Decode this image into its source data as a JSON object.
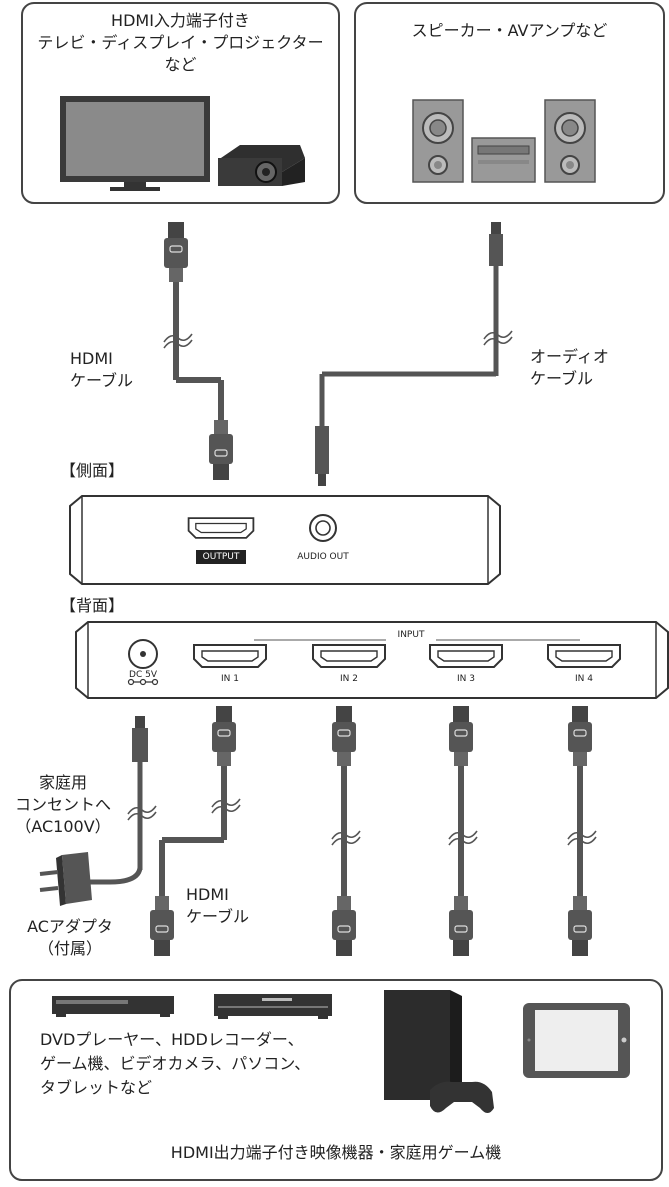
{
  "display_box": {
    "lines": [
      "HDMI入力端子付き",
      "テレビ・ディスプレイ・プロジェクター",
      "など"
    ]
  },
  "speaker_box": {
    "title": "スピーカー・AVアンプなど"
  },
  "hdmi_cable_top": {
    "lines": [
      "HDMI",
      "ケーブル"
    ]
  },
  "audio_cable": {
    "lines": [
      "オーディオ",
      "ケーブル"
    ]
  },
  "side_view": {
    "heading": "【側面】",
    "output_label": "OUTPUT",
    "audio_out_label": "AUDIO OUT"
  },
  "back_view": {
    "heading": "【背面】",
    "input_label": "INPUT",
    "dc_label": "DC 5V",
    "ports": [
      "IN 1",
      "IN 2",
      "IN 3",
      "IN 4"
    ]
  },
  "power": {
    "outlet_lines": [
      "家庭用",
      "コンセントへ",
      "（AC100V）"
    ],
    "adapter_lines": [
      "ACアダプタ",
      "（付属）"
    ]
  },
  "hdmi_cable_bottom": {
    "lines": [
      "HDMI",
      "ケーブル"
    ]
  },
  "sources_box": {
    "devices_lines": [
      "DVDプレーヤー、HDDレコーダー、",
      "ゲーム機、ビデオカメラ、パソコン、",
      "タブレットなど"
    ],
    "title": "HDMI出力端子付き映像機器・家庭用ゲーム機"
  },
  "colors": {
    "cable": "#555555",
    "outline": "#444444",
    "device_dark": "#333333"
  }
}
